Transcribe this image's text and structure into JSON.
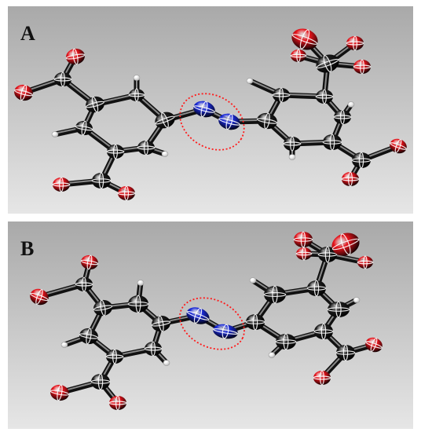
{
  "panels": [
    {
      "id": "a",
      "label": "A"
    },
    {
      "id": "b",
      "label": "B"
    }
  ],
  "colors": {
    "carbon": "#1c1c1c",
    "oxygen": "#e8141c",
    "nitrogen": "#1a2ad8",
    "hydrogen": "#f2f2f2",
    "highlight": "#ff1a1a",
    "background_top": "#a9a9a9",
    "background_bottom": "#e6e6e6"
  },
  "icons": {
    "atom": "ellipsoid-atom-icon",
    "bond": "cylinder-bond-icon",
    "highlight": "dotted-ellipse-icon"
  }
}
